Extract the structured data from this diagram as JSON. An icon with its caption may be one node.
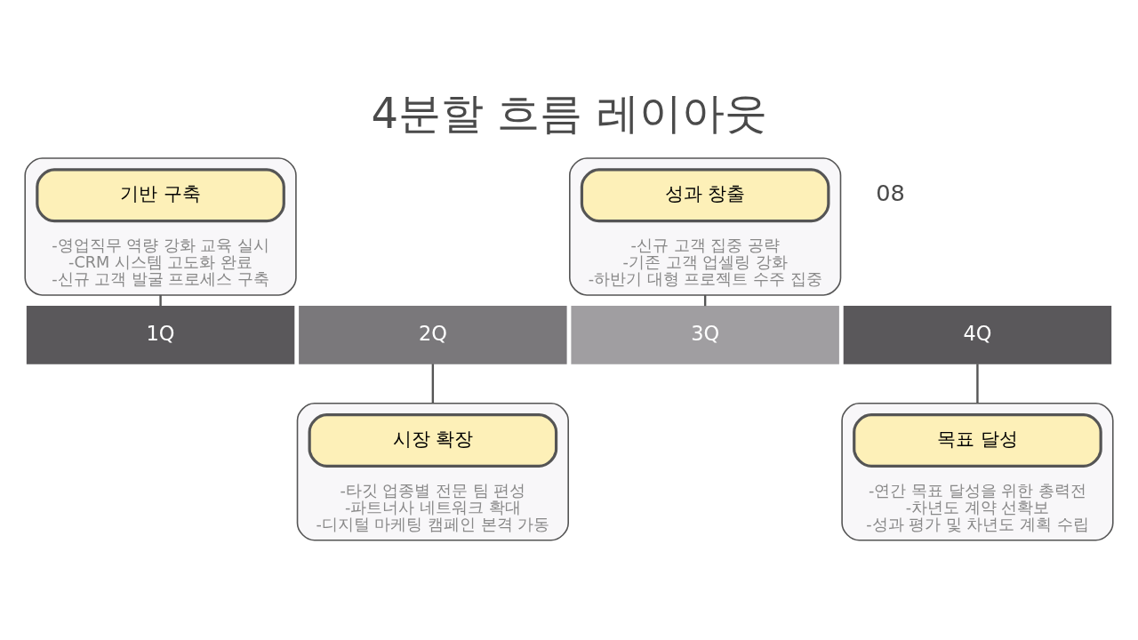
{
  "diagram": {
    "title": "4분할 흐름 레이아웃",
    "nodes": [
      {
        "text": [
          "-영업직무 역량 강화 교육 실시",
          "-CRM 시스템 고도화 완료",
          "-신규 고객 발굴 프로세스 구축"
        ]
      },
      {
        "text": [
          "기반 구축"
        ],
        "in": 0
      },
      {
        "text": [
          "-신규 고객 집중 공략",
          "-기존 고객 업셀링 강화",
          "-하반기 대형 프로젝트 수주 집중"
        ]
      },
      {
        "text": [
          "성과 창출"
        ],
        "in": 2
      },
      {
        "text": [
          "1Q"
        ]
      },
      {
        "text": [
          "2Q"
        ]
      },
      {
        "text": [
          "3Q"
        ]
      },
      {
        "text": [
          "4Q"
        ]
      },
      {
        "text": [
          "-타깃 업종별 전문 팀 편성",
          "-파트너사 네트워크 확대",
          "-디지털 마케팅 캠페인 본격 가동"
        ]
      },
      {
        "text": [
          "시장 확장"
        ],
        "in": 8
      },
      {
        "text": [
          "-연간 목표 달성을 위한 총력전",
          "-차년도 계약 선확보",
          "-성과 평가 및 차년도 계획 수립"
        ]
      },
      {
        "text": [
          "목표 달성"
        ],
        "in": 10
      }
    ],
    "edges": [
      {
        "from": 0,
        "to": 4,
        "arrow": "none"
      },
      {
        "from": 2,
        "to": 6,
        "arrow": "none"
      },
      {
        "from": 5,
        "to": 8,
        "arrow": "none"
      },
      {
        "from": 7,
        "to": 10,
        "arrow": "none"
      }
    ],
    "labels": [
      "08"
    ]
  }
}
